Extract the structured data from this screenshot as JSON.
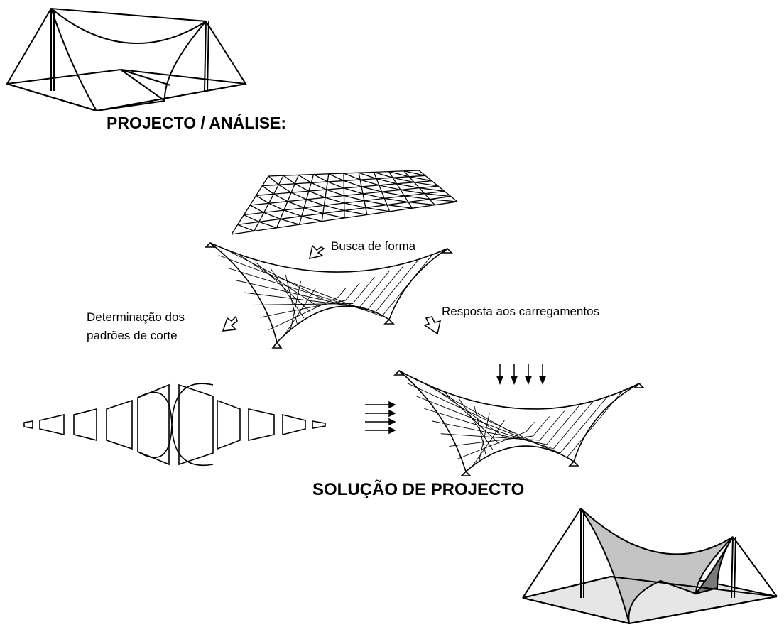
{
  "headings": {
    "top": "PROJECTO / ANÁLISE:",
    "bottom": "SOLUÇÃO DE PROJECTO"
  },
  "labels": {
    "form_finding": "Busca de forma",
    "cutting_patterns_line1": "Determinação dos",
    "cutting_patterns_line2": "padrões de corte",
    "load_response": "Resposta aos carregamentos"
  },
  "colors": {
    "line": "#000000",
    "membrane_light": "#c4c4c4",
    "membrane_dark": "#7a7a7a",
    "ground": "#e6e6e6"
  }
}
